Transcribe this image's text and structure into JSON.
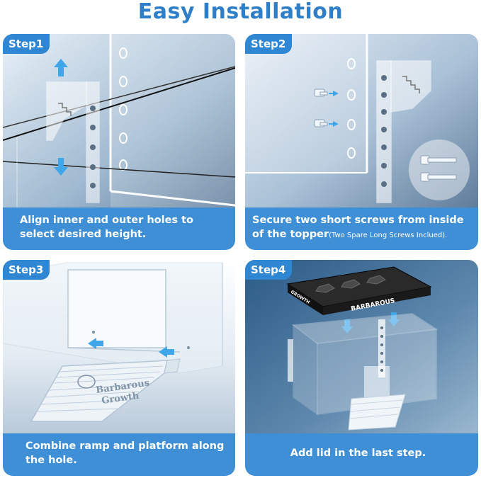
{
  "page": {
    "title": "Easy Installation"
  },
  "steps": [
    {
      "label": "Step1",
      "caption": "Align inner and outer holes to select desired height."
    },
    {
      "label": "Step2",
      "caption_main": "Secure two short screws from inside of the topper",
      "caption_note": "(Two Spare Long Screws Inclued)."
    },
    {
      "label": "Step3",
      "caption": "Combine ramp and platform along the hole."
    },
    {
      "label": "Step4",
      "caption": "Add lid in the last step."
    }
  ],
  "product": {
    "lid_logo": "BARBAROUS",
    "lid_tag": "GROWTH",
    "ramp_logo_line1": "Barbarous",
    "ramp_logo_line2": "Growth"
  },
  "colors": {
    "title": "#2f7fc8",
    "badge": "#2f86d2",
    "caption": "#3f8fd6",
    "arrow": "#3fa6ea"
  }
}
